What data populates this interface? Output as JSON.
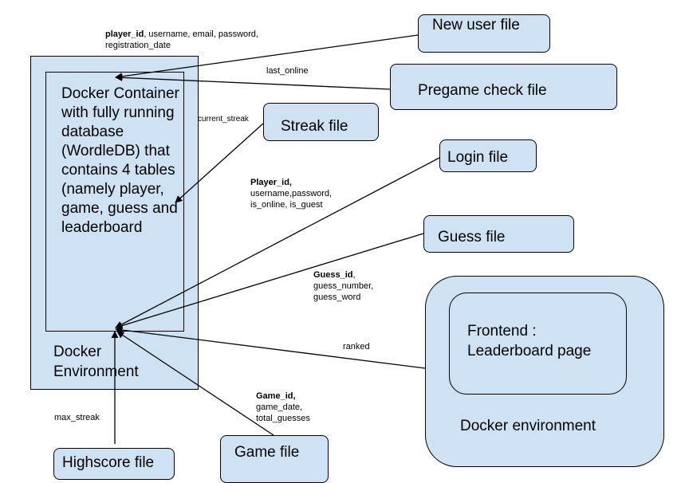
{
  "docker_env": {
    "container_text": "Docker Container with fully running database (WordleDB) that contains 4 tables (namely player, game, guess and leaderboard",
    "env_label_1": "Docker",
    "env_label_2": "Environment"
  },
  "files": {
    "new_user": "New user file",
    "pregame": "Pregame check file",
    "streak": "Streak file",
    "login": "Login file",
    "guess": "Guess file",
    "game": "Game file",
    "highscore": "Highscore file"
  },
  "frontend": {
    "line1": "Frontend :",
    "line2": "Leaderboard page",
    "env_label": "Docker environment"
  },
  "edge_labels": {
    "new_user_bold": "player_id",
    "new_user_rest": ", username, email, password,",
    "new_user_line2": "registration_date",
    "pregame": "last_online",
    "streak": "current_streak",
    "login_bold": "Player_id,",
    "login_line2": "username,password,",
    "login_line3": "is_online, is_guest",
    "guess_bold": "Guess_id",
    "guess_rest": ",",
    "guess_line2": "guess_number,",
    "guess_line3": "guess_word",
    "frontend": "ranked",
    "game_bold": "Game_id,",
    "game_line2": "game_date,",
    "game_line3": "total_guesses",
    "highscore": "max_streak"
  }
}
